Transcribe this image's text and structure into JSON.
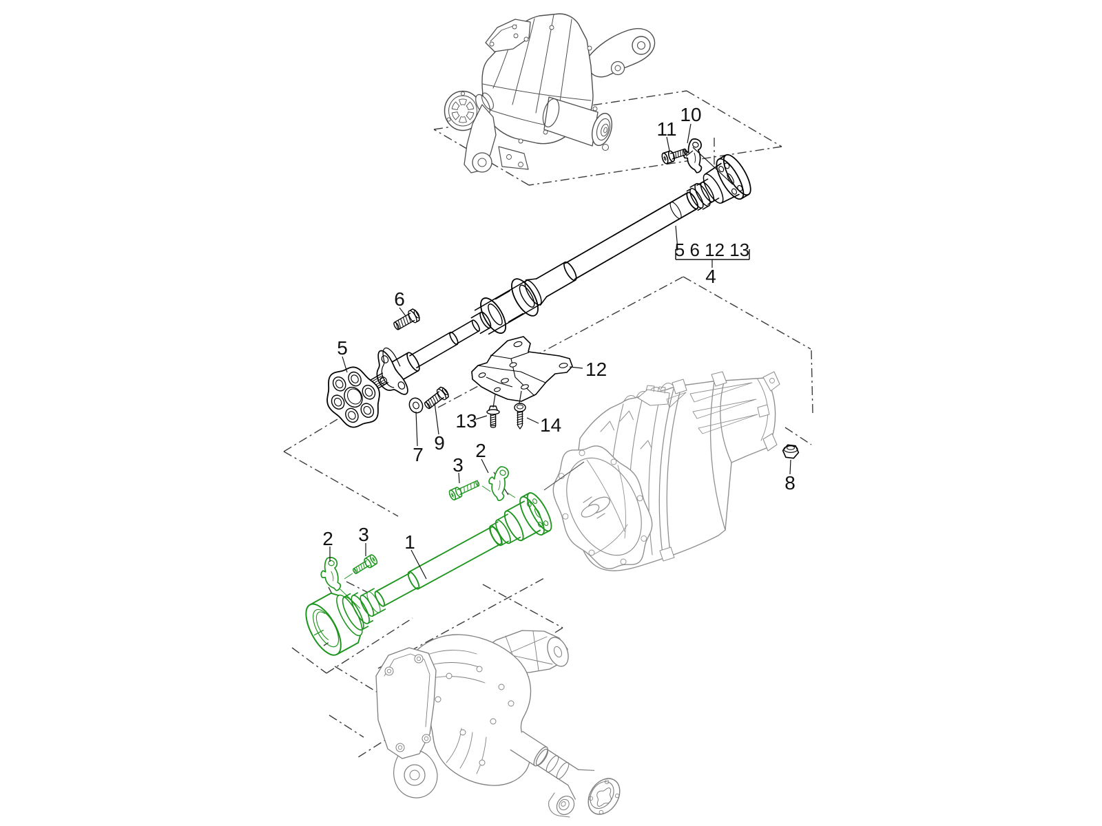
{
  "diagram": {
    "type": "exploded-parts-diagram",
    "background": "#ffffff",
    "highlight_color": "#1f9520",
    "part_line_color": "#000000",
    "reference_line_color": "#909090",
    "frame_line_color": "#3b3b3b",
    "callouts": {
      "c1": "1",
      "c2l": "2",
      "c3l": "3",
      "c2t": "2",
      "c3t": "3",
      "c5": "5",
      "c6": "6",
      "c7": "7",
      "c8": "8",
      "c9": "9",
      "c10": "10",
      "c11": "11",
      "c12": "12",
      "c13": "13",
      "c14": "14",
      "grp": "5 6 12 13",
      "c4": "4"
    }
  }
}
